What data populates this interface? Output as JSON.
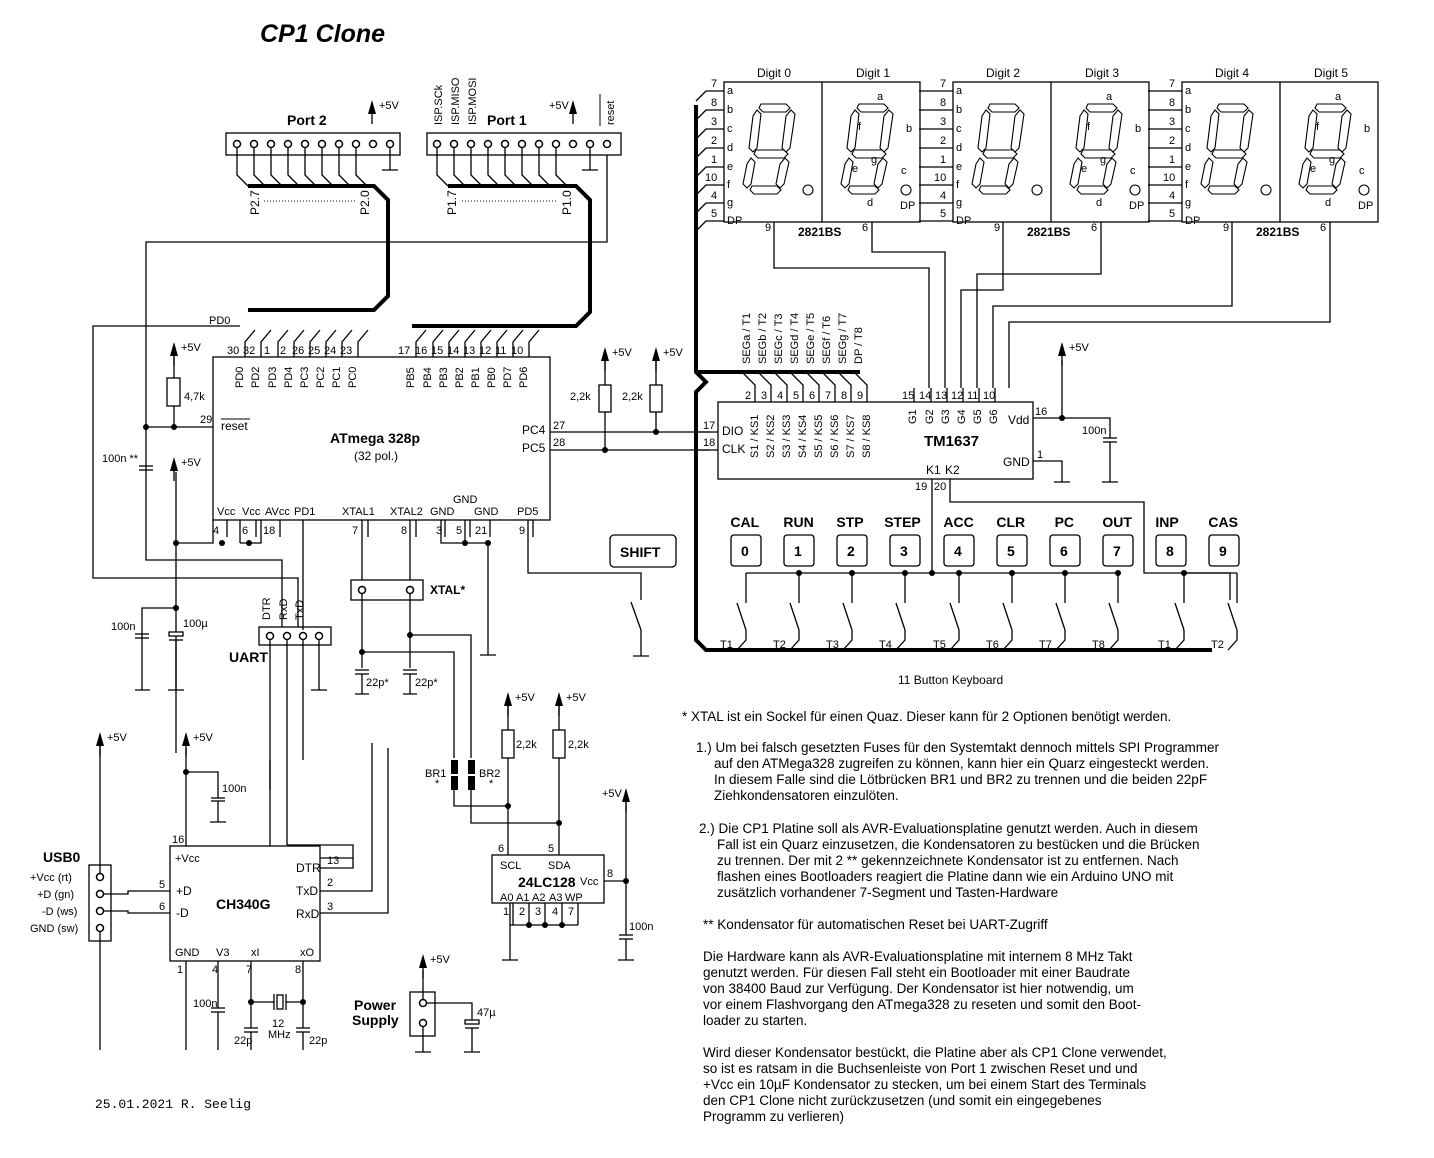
{
  "title": "CP1 Clone",
  "footer": "25.01.2021  R. Seelig",
  "supply_label": "+5V",
  "port2": {
    "label": "Port 2",
    "range_start": "P2.7",
    "range_end": "P2.0"
  },
  "port1": {
    "label": "Port 1",
    "range_start": "P1.7",
    "range_end": "P1.0",
    "isp": [
      "ISP.SCk",
      "ISP.MISO",
      "ISP.MOSI"
    ],
    "reset": "reset"
  },
  "mcu": {
    "name": "ATmega 328p",
    "package": "(32 pol.)",
    "top_pins": [
      {
        "num": "30",
        "name": "PD0"
      },
      {
        "num": "32",
        "name": "PD2"
      },
      {
        "num": "1",
        "name": "PD3"
      },
      {
        "num": "2",
        "name": "PD4"
      },
      {
        "num": "26",
        "name": "PC3"
      },
      {
        "num": "25",
        "name": "PC2"
      },
      {
        "num": "24",
        "name": "PC1"
      },
      {
        "num": "23",
        "name": "PC0"
      },
      {
        "num": "17",
        "name": "PB5"
      },
      {
        "num": "16",
        "name": "PB4"
      },
      {
        "num": "15",
        "name": "PB3"
      },
      {
        "num": "14",
        "name": "PB2"
      },
      {
        "num": "13",
        "name": "PB1"
      },
      {
        "num": "12",
        "name": "PB0"
      },
      {
        "num": "11",
        "name": "PD7"
      },
      {
        "num": "10",
        "name": "PD6"
      }
    ],
    "reset_pin": {
      "num": "29",
      "name": "reset"
    },
    "right_pins": [
      {
        "num": "27",
        "name": "PC4"
      },
      {
        "num": "28",
        "name": "PC5"
      }
    ],
    "bottom_pins": [
      {
        "num": "4",
        "name": "Vcc"
      },
      {
        "num": "6",
        "name": "Vcc"
      },
      {
        "num": "18",
        "name": "AVcc"
      },
      {
        "name": "PD1"
      },
      {
        "num": "7",
        "name": "XTAL1"
      },
      {
        "num": "8",
        "name": "XTAL2"
      },
      {
        "num": "3",
        "name": "GND"
      },
      {
        "num": "5",
        "name": "GND"
      },
      {
        "num": "21",
        "name": "GND"
      },
      {
        "num": "9",
        "name": "PD5"
      }
    ],
    "pd0_label": "PD0"
  },
  "reset_network": {
    "resistor": "4,7k",
    "cap": "100n **"
  },
  "power_caps": {
    "c1": "100n",
    "c2": "100µ"
  },
  "uart": {
    "label": "UART",
    "pins": [
      "DTR",
      "RxD",
      "TxD"
    ]
  },
  "xtal": {
    "label": "XTAL*",
    "c1": "22p*",
    "c2": "22p*"
  },
  "pullups": {
    "r1": "2,2k",
    "r2": "2,2k"
  },
  "shift_key": "SHIFT",
  "displays": {
    "part": "2821BS",
    "digits": [
      "Digit 0",
      "Digit 1",
      "Digit 2",
      "Digit 3",
      "Digit 4",
      "Digit 5"
    ],
    "seg_pins": [
      {
        "num": "7",
        "seg": "a"
      },
      {
        "num": "8",
        "seg": "b"
      },
      {
        "num": "3",
        "seg": "c"
      },
      {
        "num": "2",
        "seg": "d"
      },
      {
        "num": "1",
        "seg": "e"
      },
      {
        "num": "10",
        "seg": "f"
      },
      {
        "num": "4",
        "seg": "g"
      },
      {
        "num": "5",
        "seg": "DP"
      }
    ],
    "seg_labels": {
      "a": "a",
      "b": "b",
      "c": "c",
      "d": "d",
      "e": "e",
      "f": "f",
      "g": "g",
      "dp": "DP"
    },
    "common_pins": [
      "9",
      "6"
    ]
  },
  "tm1637": {
    "name": "TM1637",
    "seg_pins": [
      {
        "num": "2",
        "seg": "SEGa / T1",
        "ks": "S1 / KS1"
      },
      {
        "num": "3",
        "seg": "SEGb / T2",
        "ks": "S2 / KS2"
      },
      {
        "num": "4",
        "seg": "SEGc / T3",
        "ks": "S3 / KS3"
      },
      {
        "num": "5",
        "seg": "SEGd / T4",
        "ks": "S4 / KS4"
      },
      {
        "num": "6",
        "seg": "SEGe / T5",
        "ks": "S5 / KS5"
      },
      {
        "num": "7",
        "seg": "SEGf / T6",
        "ks": "S6 / KS6"
      },
      {
        "num": "8",
        "seg": "SEGg / T7",
        "ks": "S7 / KS7"
      },
      {
        "num": "9",
        "seg": "DP / T8",
        "ks": "S8 / KS8"
      }
    ],
    "grid_pins": [
      {
        "num": "15",
        "name": "G1"
      },
      {
        "num": "14",
        "name": "G2"
      },
      {
        "num": "13",
        "name": "G3"
      },
      {
        "num": "12",
        "name": "G4"
      },
      {
        "num": "11",
        "name": "G5"
      },
      {
        "num": "10",
        "name": "G6"
      }
    ],
    "dio": {
      "num": "17",
      "name": "DIO"
    },
    "clk": {
      "num": "18",
      "name": "CLK"
    },
    "vdd": {
      "num": "16",
      "name": "Vdd"
    },
    "gnd": {
      "num": "1",
      "name": "GND"
    },
    "k1": {
      "num": "19",
      "name": "K1"
    },
    "k2": {
      "num": "20",
      "name": "K2"
    },
    "cap": "100n"
  },
  "keyboard": {
    "label": "11 Button Keyboard",
    "keys": [
      {
        "func": "CAL",
        "key": "0",
        "t": "T1"
      },
      {
        "func": "RUN",
        "key": "1",
        "t": "T2"
      },
      {
        "func": "STP",
        "key": "2",
        "t": "T3"
      },
      {
        "func": "STEP",
        "key": "3",
        "t": "T4"
      },
      {
        "func": "ACC",
        "key": "4",
        "t": "T5"
      },
      {
        "func": "CLR",
        "key": "5",
        "t": "T6"
      },
      {
        "func": "PC",
        "key": "6",
        "t": "T7"
      },
      {
        "func": "OUT",
        "key": "7",
        "t": "T8"
      },
      {
        "func": "INP",
        "key": "8",
        "t": "T1"
      },
      {
        "func": "CAS",
        "key": "9",
        "t": "T2"
      }
    ]
  },
  "usb": {
    "label": "USB0",
    "pins": [
      "+Vcc (rt)",
      "+D (gn)",
      "-D (ws)",
      "GND (sw)"
    ]
  },
  "ch340": {
    "name": "CH340G",
    "vcc": {
      "num": "16",
      "name": "+Vcc"
    },
    "dp": {
      "num": "5",
      "name": "+D"
    },
    "dm": {
      "num": "6",
      "name": "-D"
    },
    "dtr": {
      "num": "13",
      "name": "DTR"
    },
    "txd": {
      "num": "2",
      "name": "TxD"
    },
    "rxd": {
      "num": "3",
      "name": "RxD"
    },
    "gnd": {
      "num": "1",
      "name": "GND"
    },
    "v3": {
      "num": "4",
      "name": "V3"
    },
    "xi": {
      "num": "7",
      "name": "xI"
    },
    "xo": {
      "num": "8",
      "name": "xO"
    },
    "cap_vcc": "100n",
    "cap_v3": "100n",
    "crystal_a": "12",
    "crystal_b": "MHz",
    "c_xi": "22p",
    "c_xo": "22p"
  },
  "eeprom": {
    "name": "24LC128",
    "scl": {
      "num": "6",
      "name": "SCL"
    },
    "sda": {
      "num": "5",
      "name": "SDA"
    },
    "vcc": {
      "num": "8",
      "name": "Vcc"
    },
    "addr": [
      {
        "num": "1",
        "name": "A0"
      },
      {
        "num": "2",
        "name": "A1"
      },
      {
        "num": "3",
        "name": "A2"
      },
      {
        "num": "4",
        "name": "A3"
      },
      {
        "num": "7",
        "name": "WP"
      }
    ],
    "r1": "2,2k",
    "r2": "2,2k",
    "cap": "100n",
    "br1": "BR1",
    "br2": "BR2",
    "br_star": "*"
  },
  "power_supply": {
    "label_1": "Power",
    "label_2": "Supply",
    "cap": "47µ"
  },
  "notes": {
    "xtal_note": "* XTAL ist ein Sockel für einen Quaz. Dieser kann für 2 Optionen benötigt werden.",
    "opt1": [
      "1.) Um bei falsch gesetzten Fuses für den Systemtakt dennoch mittels SPI Programmer",
      "auf den ATMega328 zugreifen zu können, kann hier ein Quarz eingesteckt werden.",
      "In diesem Falle sind die Lötbrücken BR1 und BR2 zu trennen und die beiden 22pF",
      "Ziehkondensatoren einzulöten."
    ],
    "opt2": [
      "2.) Die CP1 Platine soll als AVR-Evaluationsplatine genutzt werden. Auch in diesem",
      "Fall ist ein Quarz einzusetzen, die Kondensatoren zu bestücken und die Brücken",
      "zu trennen. Der mit 2 ** gekennzeichnete Kondensator ist zu entfernen. Nach",
      "flashen eines Bootloaders reagiert die Platine dann wie ein Arduino UNO mit",
      "zusätzlich vorhandener 7-Segment und Tasten-Hardware"
    ],
    "cap_note": "** Kondensator für automatischen Reset bei UART-Zugriff",
    "para1": [
      "Die Hardware kann als AVR-Evaluationsplatine mit internem 8 MHz Takt",
      "genutzt werden. Für diesen Fall steht ein Bootloader mit einer Baudrate",
      "von 38400 Baud zur Verfügung. Der Kondensator ist hier notwendig, um",
      "vor einem Flashvorgang den ATmega328 zu reseten und somit den Boot-",
      "loader zu starten."
    ],
    "para2": [
      "Wird dieser Kondensator bestückt, die Platine aber als CP1 Clone verwendet,",
      "so ist es ratsam in die Buchsenleiste von Port 1 zwischen Reset und und",
      "+Vcc ein 10µF Kondensator zu stecken, um bei einem Start des Terminals",
      "den CP1 Clone nicht zurückzusetzen (und somit ein eingegebenes",
      "Programm zu verlieren)"
    ]
  }
}
